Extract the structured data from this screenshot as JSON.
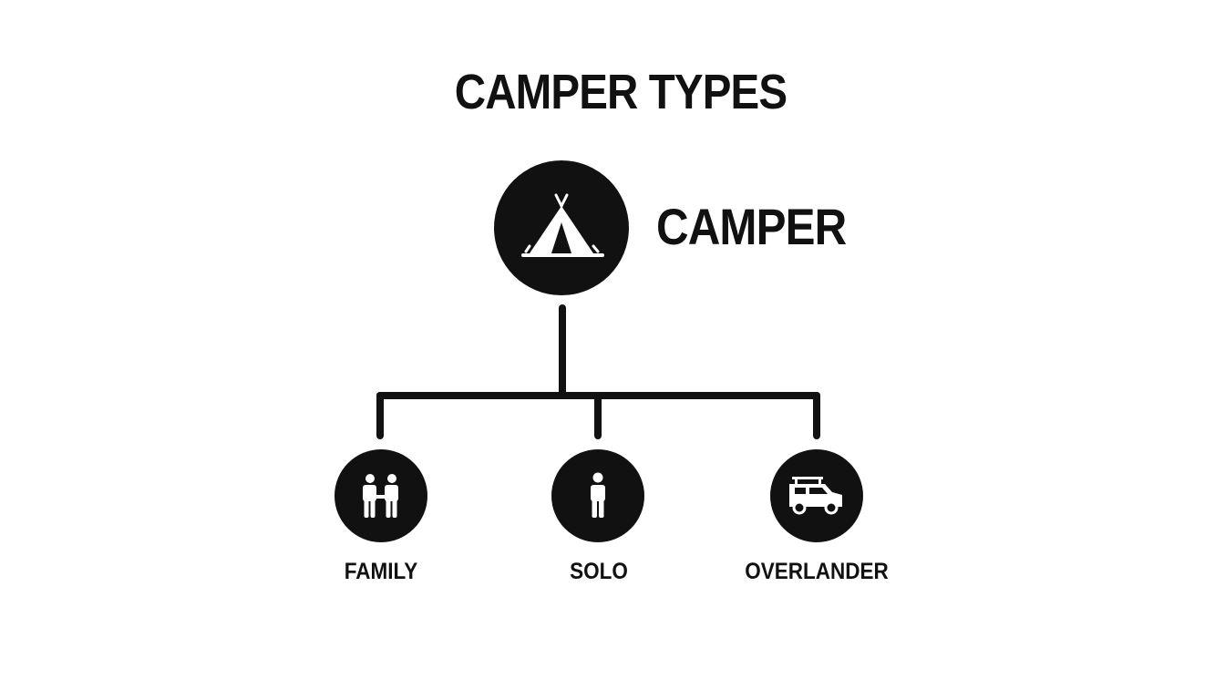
{
  "title": "CAMPER TYPES",
  "root": {
    "label": "CAMPER",
    "icon": "tent-icon"
  },
  "children": [
    {
      "label": "FAMILY",
      "icon": "family-icon"
    },
    {
      "label": "SOLO",
      "icon": "person-icon"
    },
    {
      "label": "OVERLANDER",
      "icon": "overland-vehicle-icon"
    }
  ],
  "colors": {
    "node_fill": "#111111",
    "icon": "#ffffff",
    "text": "#111111",
    "background": "#ffffff"
  }
}
